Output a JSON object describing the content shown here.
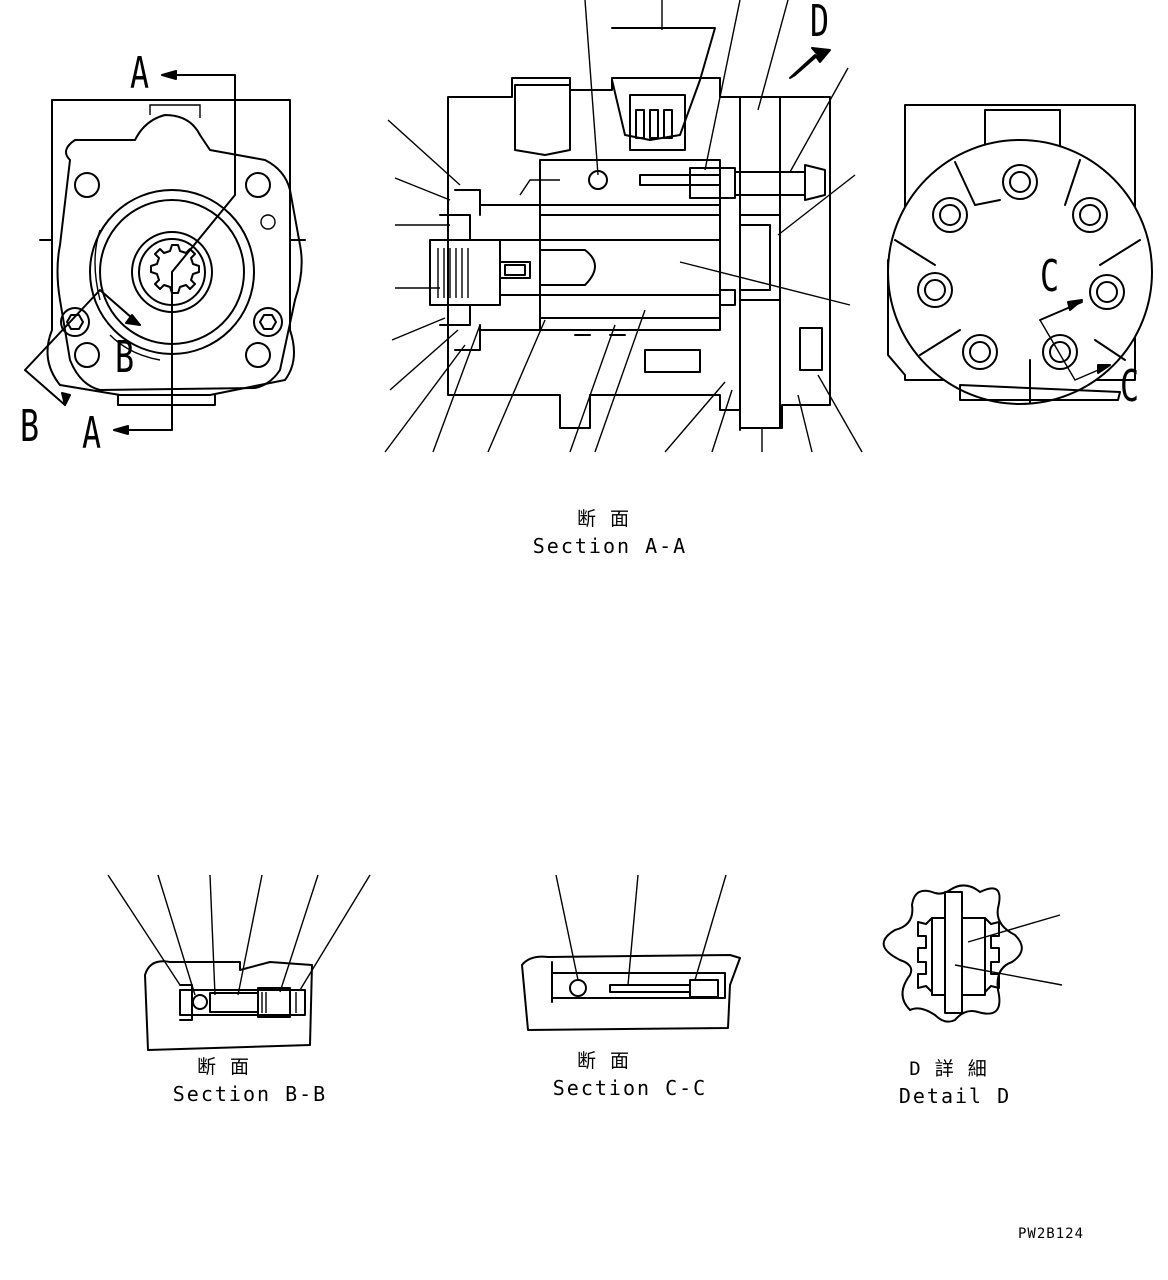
{
  "drawing_code": "PW2B124",
  "view_markers": {
    "A_top": "A",
    "A_bottom": "A",
    "B_left": "B",
    "B_center": "B",
    "C_center": "C",
    "C_right": "C",
    "D_top": "D"
  },
  "captions": {
    "section_aa_jp": "断面",
    "section_aa_en": "Section A-A",
    "section_bb_jp": "断面",
    "section_bb_en": "Section B-B",
    "section_cc_jp": "断面",
    "section_cc_en": "Section C-C",
    "detail_d_jp": "D詳細",
    "detail_d_en": "Detail D"
  }
}
